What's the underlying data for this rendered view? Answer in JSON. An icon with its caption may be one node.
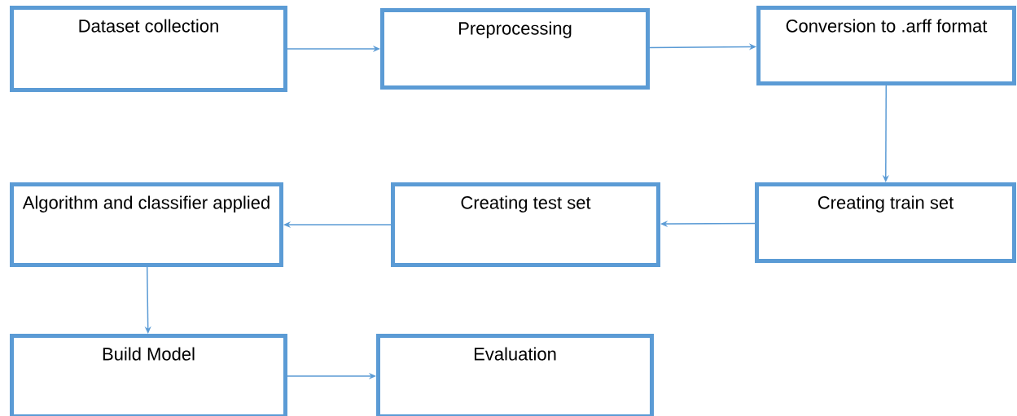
{
  "diagram": {
    "nodes": [
      {
        "text": [
          "Dataset collection"
        ]
      },
      {
        "text": [
          "Preprocessing"
        ]
      },
      {
        "text": [
          "Conversion to .arff format"
        ]
      },
      {
        "text": [
          "Creating train set"
        ]
      },
      {
        "text": [
          "Creating test set"
        ]
      },
      {
        "text": [
          "Algorithm and classifier applied"
        ]
      },
      {
        "text": [
          "Build Model"
        ]
      },
      {
        "text": [
          "Evaluation"
        ]
      }
    ],
    "edges": [
      {
        "from": 0,
        "to": 1,
        "arrow": "to"
      },
      {
        "from": 1,
        "to": 2,
        "arrow": "to"
      },
      {
        "from": 2,
        "to": 3,
        "arrow": "to"
      },
      {
        "from": 3,
        "to": 4,
        "arrow": "to"
      },
      {
        "from": 4,
        "to": 5,
        "arrow": "to"
      },
      {
        "from": 5,
        "to": 6,
        "arrow": "to"
      },
      {
        "from": 6,
        "to": 7,
        "arrow": "to"
      }
    ]
  }
}
